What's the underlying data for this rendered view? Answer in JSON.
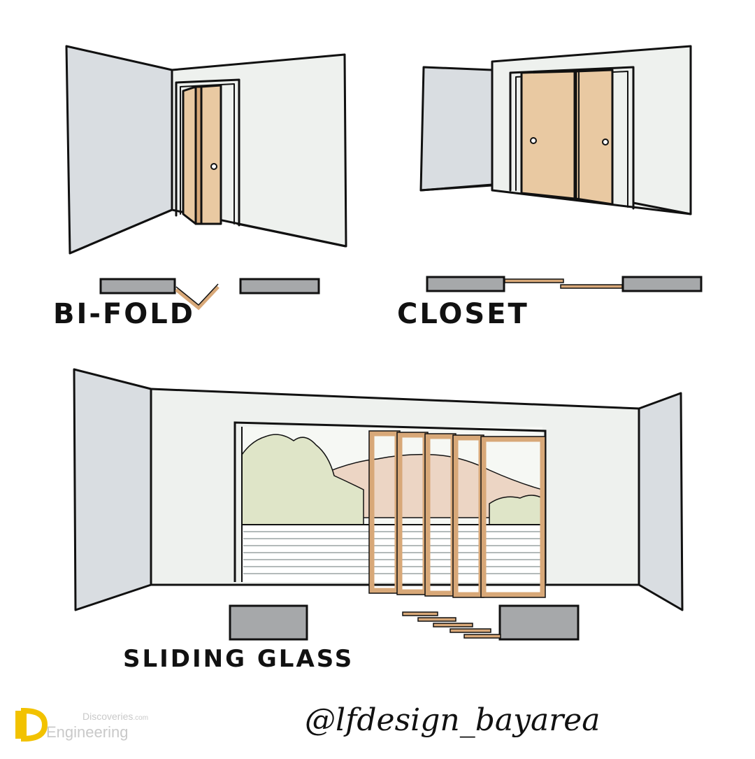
{
  "labels": {
    "bifold": "BI-FOLD",
    "closet": "CLOSET",
    "sliding": "SLIDING GLASS"
  },
  "credit": "@lfdesign_bayarea",
  "watermark": {
    "line1": "Discoveries",
    "line1_suffix": ".com",
    "line2": "Engineering"
  },
  "colors": {
    "wall_side": "#d9dde1",
    "wall_back": "#eef1ee",
    "door_wood": "#e9c9a2",
    "frame_wood": "#d8a878",
    "plan_wall": "#a6a8aa",
    "ink": "#111111",
    "hill": "#ecd5c4",
    "tree": "#dfe5c8",
    "sky": "#f6f8f4",
    "floor_lines": "#9aa3a3"
  }
}
